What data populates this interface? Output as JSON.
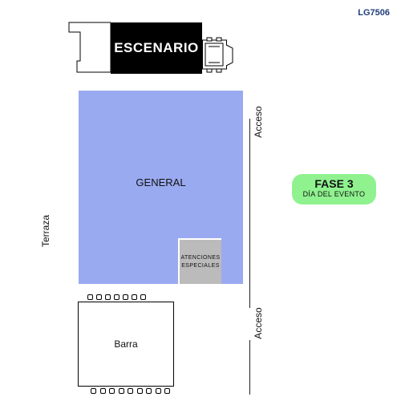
{
  "map_code": "LG7506",
  "stage": {
    "label": "ESCENARIO"
  },
  "areas": {
    "general": "GENERAL",
    "special": "ATENCIONES ESPECIALES",
    "bar": "Barra"
  },
  "labels": {
    "terraza": "Terraza",
    "acceso_top": "Acceso",
    "acceso_bottom": "Acceso"
  },
  "phase": {
    "title": "FASE 3",
    "subtitle": "DÍA DEL EVENTO"
  },
  "colors": {
    "general": "#9aaaf0",
    "special": "#bbbbbb",
    "stage": "#000000",
    "phase_badge": "#8ff28f",
    "map_code": "#1f3d7a"
  },
  "icons": [
    "truck-icon",
    "stool-icon"
  ]
}
